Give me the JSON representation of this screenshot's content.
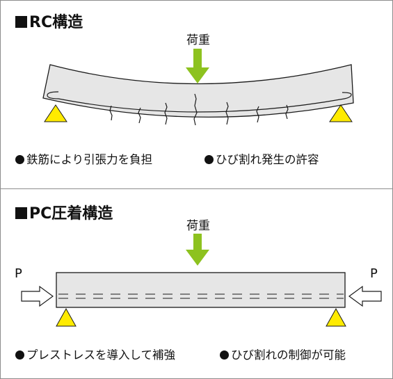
{
  "rc_section": {
    "title": "RC構造",
    "load_label": "荷重",
    "captions": [
      "鉄筋により引張力を負担",
      "ひび割れ発生の許容"
    ]
  },
  "pc_section": {
    "title": "PC圧着構造",
    "load_label": "荷重",
    "prestress_left_label": "P",
    "prestress_right_label": "P",
    "captions": [
      "プレストレスを導入して補強",
      "ひび割れの制御が可能"
    ]
  },
  "colors": {
    "load_arrow": "#8dc21f",
    "support": "#ffeb00",
    "beam_fill": "#e6e6e6",
    "outline": "#1a1a1a"
  }
}
